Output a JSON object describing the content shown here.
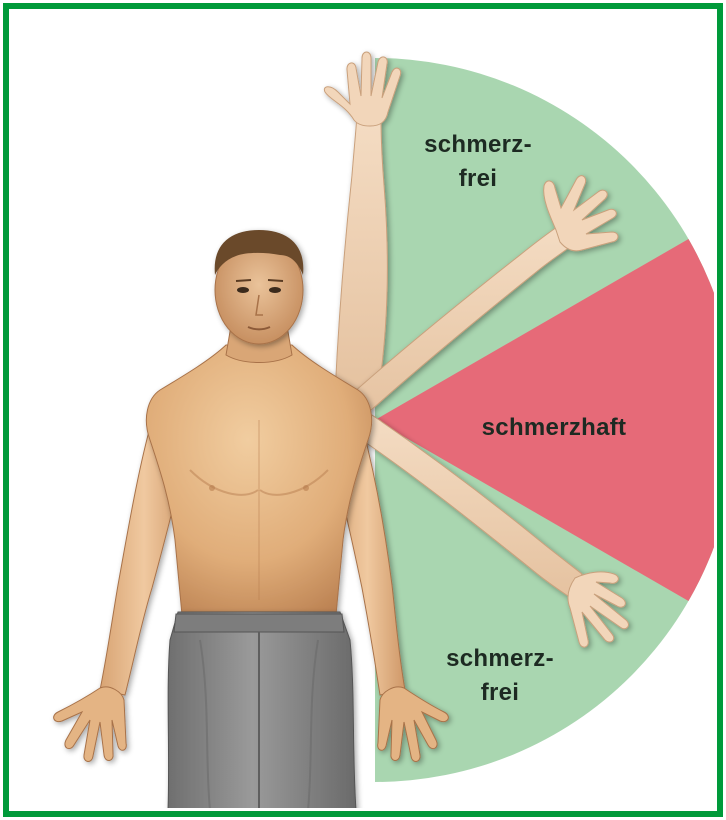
{
  "zones": {
    "upper_label": [
      "schmerz-",
      "frei"
    ],
    "middle_label": "schmerzhaft",
    "lower_label": [
      "schmerz-",
      "frei"
    ]
  },
  "colors": {
    "frame": "#009a3a",
    "painfree_zone": "#a9d6b0",
    "painful_zone": "#e66a78",
    "skin": "#e7b887",
    "hair": "#6b4a2c",
    "shorts": "#8b8b8b"
  },
  "arc_angles_deg": {
    "painful_arc_start": 60,
    "painful_arc_end": 120,
    "note_measured_from": "upward vertical, clockwise"
  }
}
